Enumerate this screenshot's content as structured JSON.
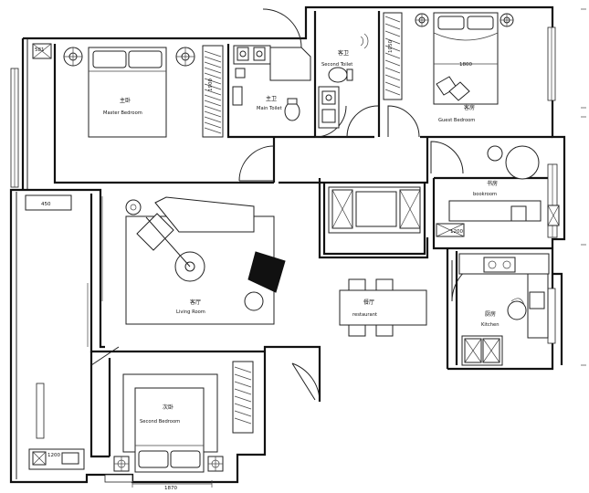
{
  "rooms": {
    "master": {
      "cn": "主卧",
      "en": "Master Bedroom"
    },
    "second_toilet": {
      "cn": "客卫",
      "en": "Second Toilet"
    },
    "guest": {
      "cn": "客房",
      "en": "Guest Bedroom"
    },
    "main_toilet": {
      "cn": "主卫",
      "en": "Main Toilet"
    },
    "book": {
      "cn": "书房",
      "en": "bookroom"
    },
    "living": {
      "cn": "客厅",
      "en": "Living Room"
    },
    "restaurant": {
      "cn": "餐厅",
      "en": "restaurant"
    },
    "kitchen": {
      "cn": "厨房",
      "en": "Kitchen"
    },
    "second_bed": {
      "cn": "次卧",
      "en": "Second Bedroom"
    }
  },
  "dimensions": {
    "d_top_left": "581",
    "d_master_ward": "1900",
    "d_guest_ward": "1050",
    "d_guest_bed": "1800",
    "d_book": "1200",
    "d_left": "450",
    "d_bottom_left": "1200",
    "d_bottom": "1870"
  }
}
